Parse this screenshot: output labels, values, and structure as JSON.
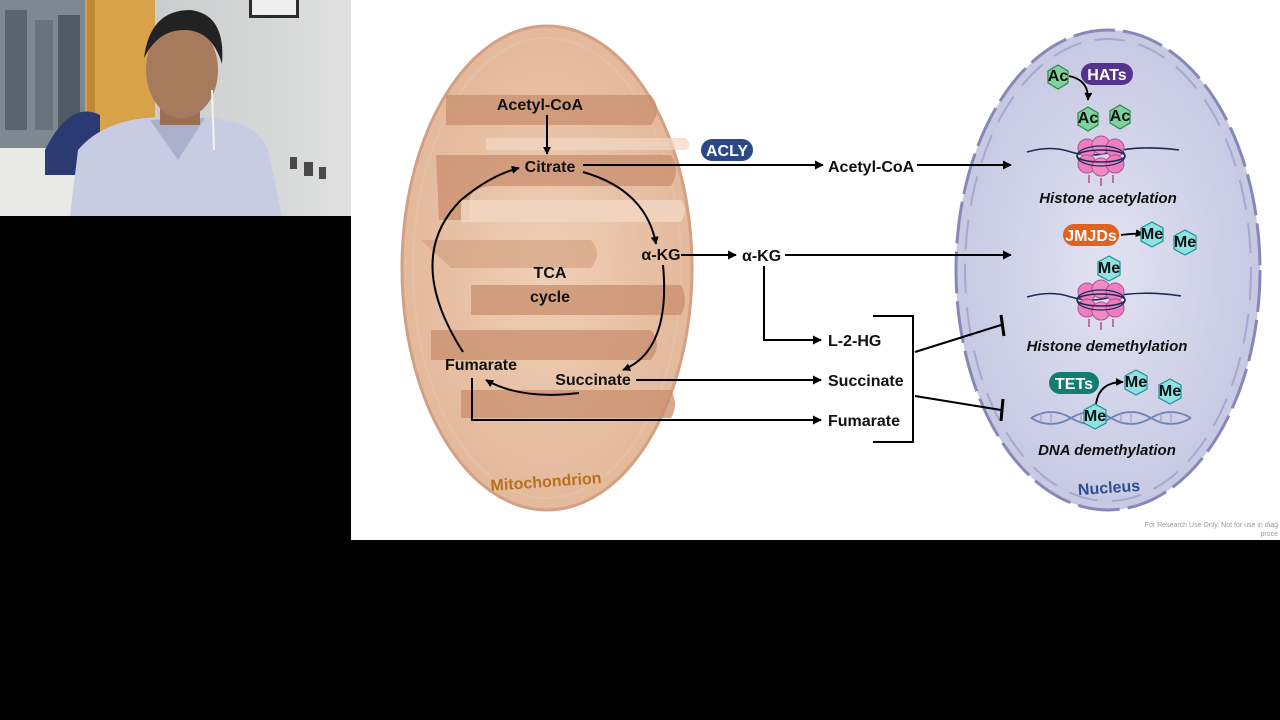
{
  "video": {
    "webcam_label": "Speaker webcam"
  },
  "diagram": {
    "organelles": {
      "mitochondrion": "Mitochondrion",
      "nucleus": "Nucleus"
    },
    "tca_cycle": {
      "title_line1": "TCA",
      "title_line2": "cycle",
      "metabolites": {
        "acetyl_coa": "Acetyl-CoA",
        "citrate": "Citrate",
        "akg": "α-KG",
        "succinate": "Succinate",
        "fumarate": "Fumarate"
      }
    },
    "enzymes": {
      "acly": "ACLY",
      "hats": "HATs",
      "jmjds": "JMJDs",
      "tets": "TETs"
    },
    "cytosol_metabolites": {
      "acetyl_coa": "Acetyl-CoA",
      "akg": "α-KG",
      "l2hg": "L-2-HG",
      "succinate": "Succinate",
      "fumarate": "Fumarate"
    },
    "modifications": {
      "ac": "Ac",
      "me": "Me"
    },
    "nuclear_processes": {
      "histone_acetylation": "Histone acetylation",
      "histone_demethylation": "Histone demethylation",
      "dna_demethylation": "DNA demethylation"
    },
    "colors": {
      "mito_fill": "#e8c2a6",
      "mito_edge": "#c98f6e",
      "nucleus_fill": "#d4d6ec",
      "nucleus_edge": "#7e7fb0",
      "acly": "#2b4786",
      "hats": "#54338c",
      "jmjds": "#df6220",
      "tets": "#137d74",
      "ac_hex": "#7fd39a",
      "me_hex": "#8fe2e2",
      "nucleosome": "#ea7ec1"
    }
  },
  "footer": {
    "line1": "For Research Use Only. Not for use in diag",
    "line2": "proce"
  }
}
